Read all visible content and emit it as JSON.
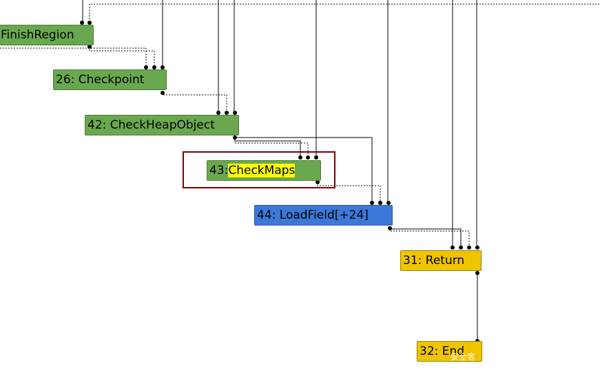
{
  "nodes": {
    "finish_region": {
      "id": "",
      "name": "FinishRegion"
    },
    "checkpoint": {
      "id": "26:",
      "name": "Checkpoint"
    },
    "check_heap_object": {
      "id": "42:",
      "name": "CheckHeapObject"
    },
    "check_maps": {
      "id": "43:",
      "name": "CheckMaps"
    },
    "load_field": {
      "id": "44:",
      "name": "LoadField[+24]"
    },
    "return": {
      "id": "31:",
      "name": "Return"
    },
    "end": {
      "id": "32:",
      "name": "End"
    }
  },
  "colors": {
    "control_node": "#6aa84f",
    "value_node": "#3c78d8",
    "terminal_node": "#f1c400",
    "highlight_text": "#ffff00",
    "highlight_box": "#7a0000"
  },
  "watermark": "安全客"
}
